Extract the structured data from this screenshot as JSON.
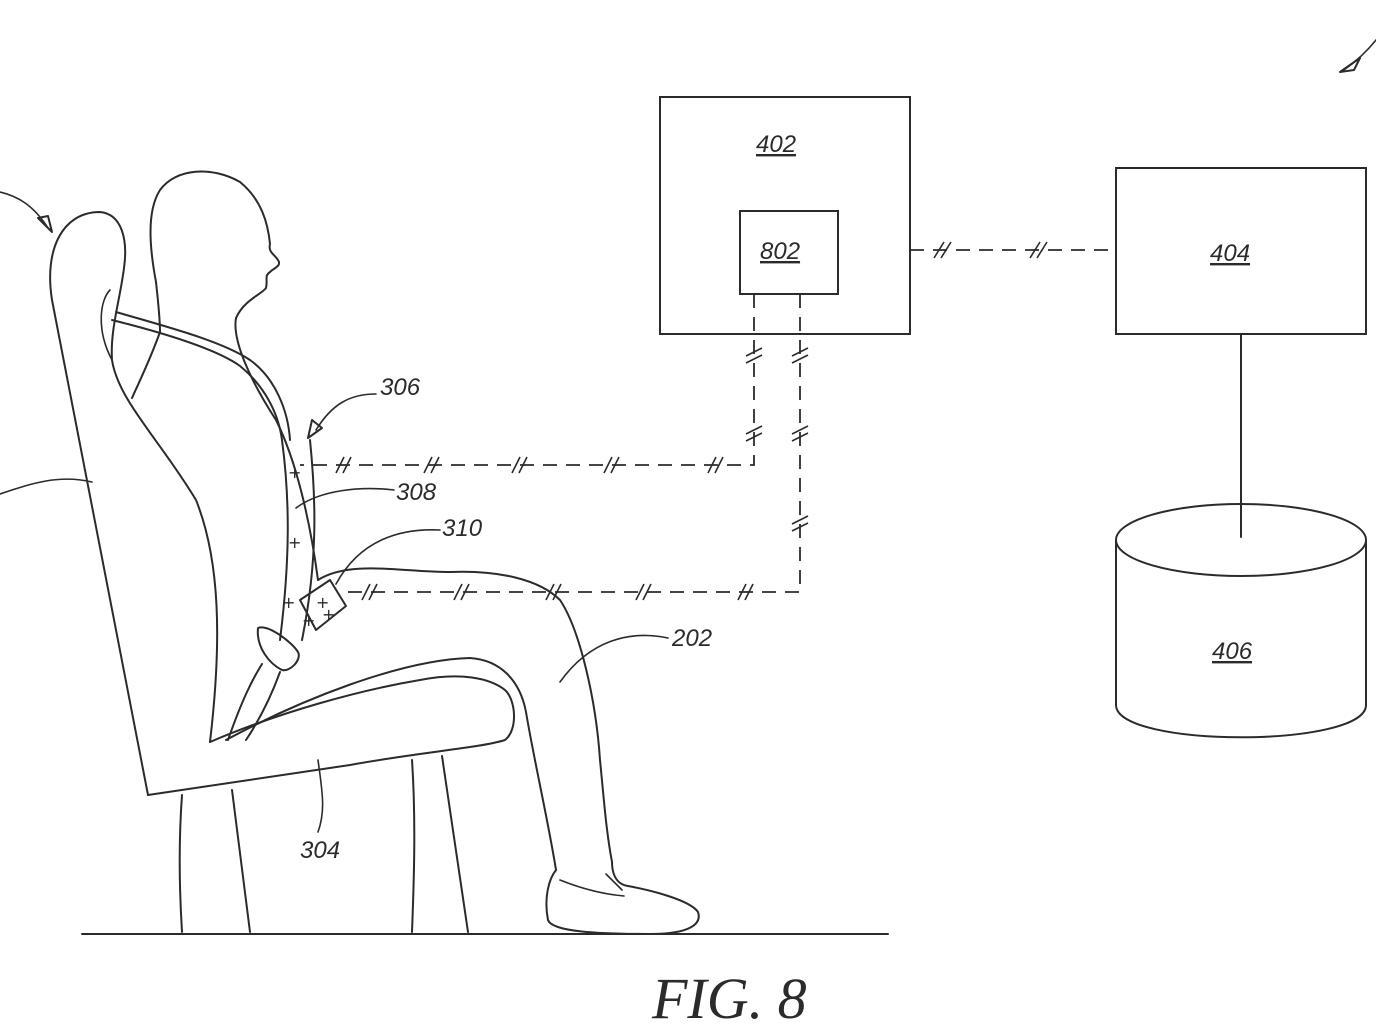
{
  "figure": {
    "caption": "FIG. 8",
    "labels": {
      "controller": "402",
      "sub_module": "802",
      "server": "404",
      "database": "406",
      "belt_system": "306",
      "belt_sensor_1": "308",
      "belt_sensor_2": "310",
      "occupant": "202",
      "seat": "304"
    }
  }
}
